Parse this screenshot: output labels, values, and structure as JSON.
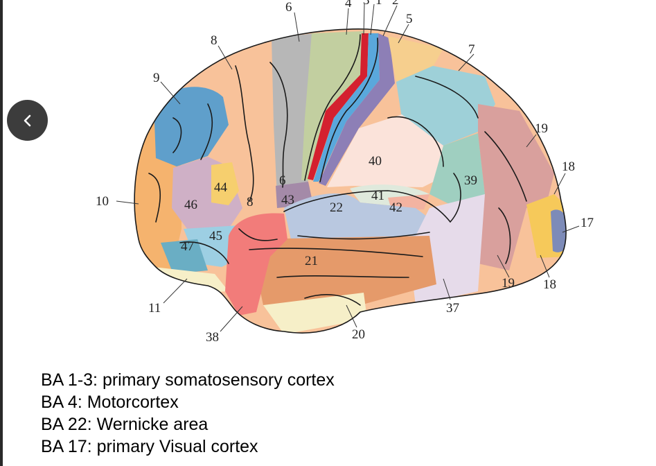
{
  "nav": {
    "back_icon": "chevron-left-icon"
  },
  "colors": {
    "back_button": "#3c3c3c",
    "prefrontal_orange": "#f5b36e",
    "frontal_peach": "#f8c29a",
    "premotor_gray": "#b7b7b7",
    "motor_green": "#c2cfa0",
    "somatosensory_red": "#d4202f",
    "somatosensory_blue": "#5aa8dc",
    "somatosensory_purple": "#8d7fb6",
    "parietal_teal": "#9ed0d8",
    "occipital_rose": "#d9a09d",
    "visual_yellow": "#f6c95a",
    "visual_slate": "#7d8bb8",
    "temporal_orange": "#e59a6a",
    "temporal_pole_red": "#f27c7a",
    "superior_temporal_blue": "#b9c8e0"
  },
  "areas": {
    "a1": "1",
    "a2": "2",
    "a3": "3",
    "a4": "4",
    "a5": "5",
    "a6_top": "6",
    "a6_mid": "6",
    "a7": "7",
    "a8_top": "8",
    "a8_mid": "8",
    "a9": "9",
    "a10": "10",
    "a11": "11",
    "a17": "17",
    "a18_top": "18",
    "a18_bottom": "18",
    "a19_top": "19",
    "a19_bottom": "19",
    "a20": "20",
    "a21": "21",
    "a22": "22",
    "a37": "37",
    "a38": "38",
    "a39": "39",
    "a40": "40",
    "a41": "41",
    "a42": "42",
    "a43": "43",
    "a44": "44",
    "a45": "45",
    "a46": "46",
    "a47": "47"
  },
  "notes": [
    "BA 1-3: primary somatosensory cortex",
    "BA 4: Motorcortex",
    "BA 22: Wernicke area",
    "BA 17: primary Visual cortex"
  ]
}
